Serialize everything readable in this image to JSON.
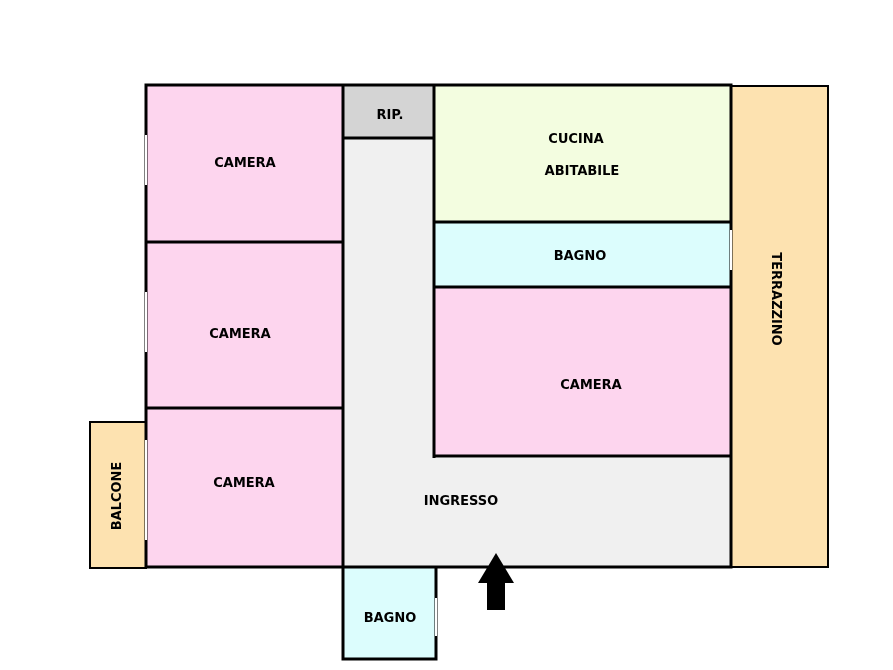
{
  "plan": {
    "colors": {
      "camera": "#fdd5ee",
      "cucina": "#f3fde0",
      "bagno": "#dcfdfd",
      "ingresso": "#f0f0f0",
      "ripostiglio": "#d4d4d4",
      "terrazzo": "#fde2b0",
      "wall": "#000000"
    },
    "rooms": {
      "camera_top_left": "CAMERA",
      "camera_mid_left": "CAMERA",
      "camera_bottom_left": "CAMERA",
      "camera_right": "CAMERA",
      "ripostiglio": "RIP.",
      "cucina_line1": "CUCINA",
      "cucina_line2": "ABITABILE",
      "bagno_top": "BAGNO",
      "bagno_bottom": "BAGNO",
      "ingresso": "INGRESSO",
      "terrazzino": "TERRAZZINO",
      "balcone": "BALCONE"
    },
    "entrance_icon": "arrow-up-icon"
  }
}
